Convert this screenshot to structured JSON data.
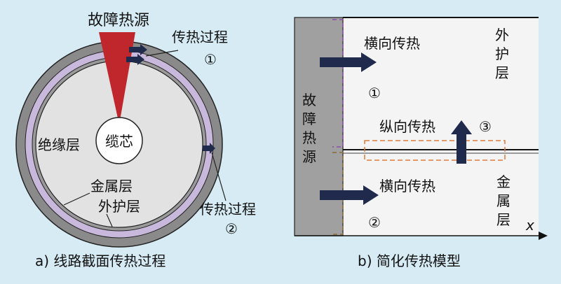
{
  "panel_a": {
    "heat_source": "故障热源",
    "process_1_label": "传热过程",
    "process_1_num": "①",
    "core": "缆芯",
    "insulation": "绝缘层",
    "metal": "金属层",
    "sheath": "外护层",
    "process_2_label": "传热过程",
    "process_2_num": "②",
    "caption": "a) 线路截面传热过程"
  },
  "panel_b": {
    "heat_source_chars": [
      "故",
      "障",
      "热",
      "源"
    ],
    "lateral_top": "横向传热",
    "num_1": "①",
    "sheath_chars": [
      "外",
      "护",
      "层"
    ],
    "longitudinal": "纵向传热",
    "num_3": "③",
    "lateral_bottom": "横向传热",
    "num_2": "②",
    "metal_chars": [
      "金",
      "属",
      "层"
    ],
    "axis_x": "x",
    "caption": "b) 简化传热模型"
  },
  "colors": {
    "background": "#d6ebf4",
    "heat_source": "#c0272d",
    "arrow": "#1f2a4d",
    "insulation": "#c8b8dc",
    "outer_ring": "#8a8a8a",
    "inner_fill": "#e2e2e2",
    "dash_purple": "#8a4aa8",
    "dash_brown": "#8a6a3a",
    "dash_orange": "#e07a3a"
  }
}
